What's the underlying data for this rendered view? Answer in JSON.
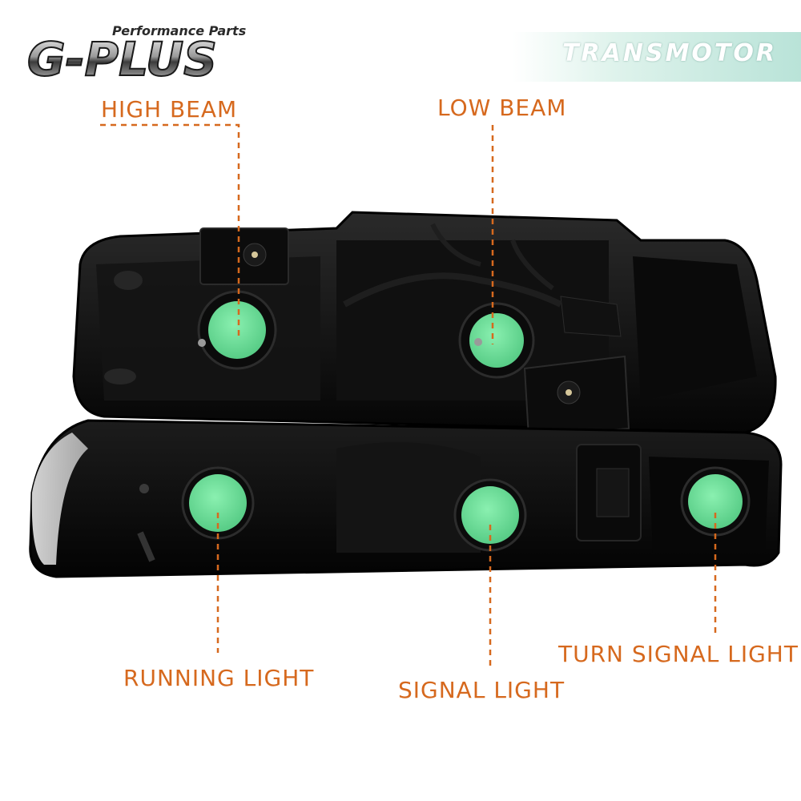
{
  "brand": {
    "logo_text": "G-PLUS",
    "logo_tagline": "Performance Parts",
    "watermark": "TRANSMOTOR"
  },
  "callouts": {
    "high_beam": "HIGH BEAM",
    "low_beam": "LOW BEAM",
    "running_light": "RUNNING LIGHT",
    "signal_light": "SIGNAL LIGHT",
    "turn_signal_light": "TURN SIGNAL LIGHT"
  },
  "colors": {
    "callout": "#d6691e",
    "housing": "#0d0d0d",
    "bulb_cap": "#6fdf9a",
    "accent_band": "#b9e3d8"
  }
}
